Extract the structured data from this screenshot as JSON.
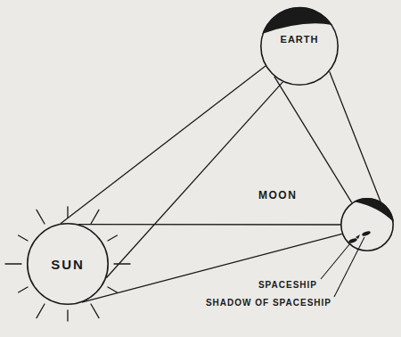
{
  "diagram": {
    "nodes": [
      {
        "text": [
          "EARTH"
        ]
      },
      {
        "text": [
          "MOON"
        ]
      },
      {
        "text": [
          "SUN"
        ]
      }
    ],
    "edges": [
      {
        "from": 2,
        "to": 0,
        "arrow": "none"
      },
      {
        "from": 2,
        "to": 0,
        "arrow": "none"
      },
      {
        "from": 2,
        "to": 1,
        "arrow": "none"
      },
      {
        "from": 2,
        "to": 1,
        "arrow": "none"
      },
      {
        "from": 0,
        "to": 1,
        "arrow": "none"
      },
      {
        "from": 0,
        "to": 1,
        "arrow": "none"
      }
    ],
    "labels": [
      "SPACESHIP",
      "SHADOW OF SPACESHIP"
    ]
  }
}
